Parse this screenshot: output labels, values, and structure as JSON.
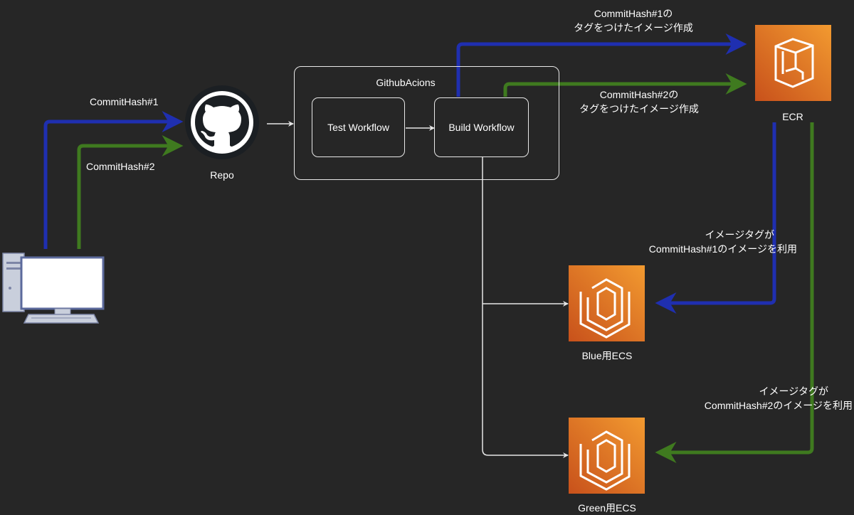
{
  "nodes": {
    "repo": "Repo",
    "github_actions": "GithubAcions",
    "test_workflow": "Test Workflow",
    "build_workflow": "Build Workflow",
    "ecr": "ECR",
    "blue_ecs": "Blue用ECS",
    "green_ecs": "Green用ECS"
  },
  "edge_labels": {
    "commit1": "CommitHash#1",
    "commit2": "CommitHash#2",
    "ecr_push1_line1": "CommitHash#1の",
    "ecr_push1_line2": "タグをつけたイメージ作成",
    "ecr_push2_line1": "CommitHash#2の",
    "ecr_push2_line2": "タグをつけたイメージ作成",
    "blue_use_line1": "イメージタグが",
    "blue_use_line2": "CommitHash#1のイメージを利用",
    "green_use_line1": "イメージタグが",
    "green_use_line2": "CommitHash#2のイメージを利用"
  },
  "colors": {
    "background": "#262626",
    "blue_flow": "#1f2fb0",
    "green_flow": "#3f7a1f",
    "aws_orange": "#e8741c",
    "connector": "#e6e6e6"
  },
  "icons": {
    "client": "desktop-computer-icon",
    "repo": "github-octocat-icon",
    "ecr": "aws-ecr-icon",
    "ecs": "aws-ecs-icon"
  }
}
